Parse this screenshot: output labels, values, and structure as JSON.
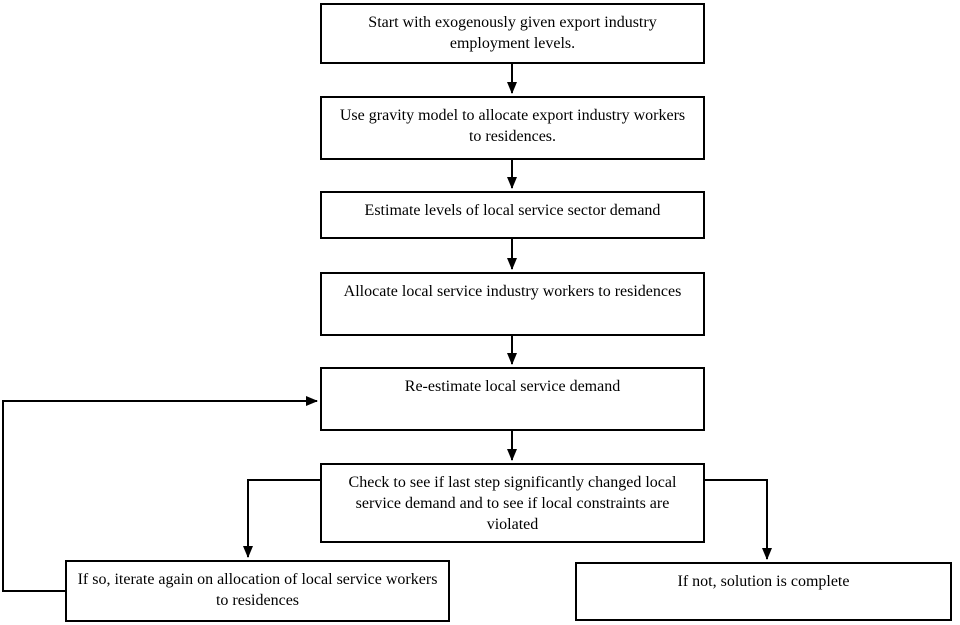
{
  "diagram": {
    "type": "flowchart",
    "background_color": "#ffffff",
    "line_color": "#000000",
    "text_color": "#000000",
    "nodes": [
      {
        "id": "start",
        "label": "Start with exogenously given export industry employment levels."
      },
      {
        "id": "gravity",
        "label": "Use gravity model to allocate export industry workers to residences."
      },
      {
        "id": "estimate",
        "label": "Estimate levels of local service sector demand"
      },
      {
        "id": "allocate",
        "label": "Allocate local service industry workers to residences"
      },
      {
        "id": "reestimate",
        "label": "Re-estimate local service demand"
      },
      {
        "id": "check",
        "label": "Check to see if last step significantly changed local service demand and to see if local constraints are violated"
      },
      {
        "id": "iterate",
        "label": "If so, iterate again on allocation of local service workers to residences"
      },
      {
        "id": "complete",
        "label": "If not, solution is complete"
      }
    ],
    "edges": [
      {
        "from": "start",
        "to": "gravity"
      },
      {
        "from": "gravity",
        "to": "estimate"
      },
      {
        "from": "estimate",
        "to": "allocate"
      },
      {
        "from": "allocate",
        "to": "reestimate"
      },
      {
        "from": "reestimate",
        "to": "check"
      },
      {
        "from": "check",
        "to": "iterate"
      },
      {
        "from": "check",
        "to": "complete"
      },
      {
        "from": "iterate",
        "to": "reestimate"
      }
    ]
  }
}
